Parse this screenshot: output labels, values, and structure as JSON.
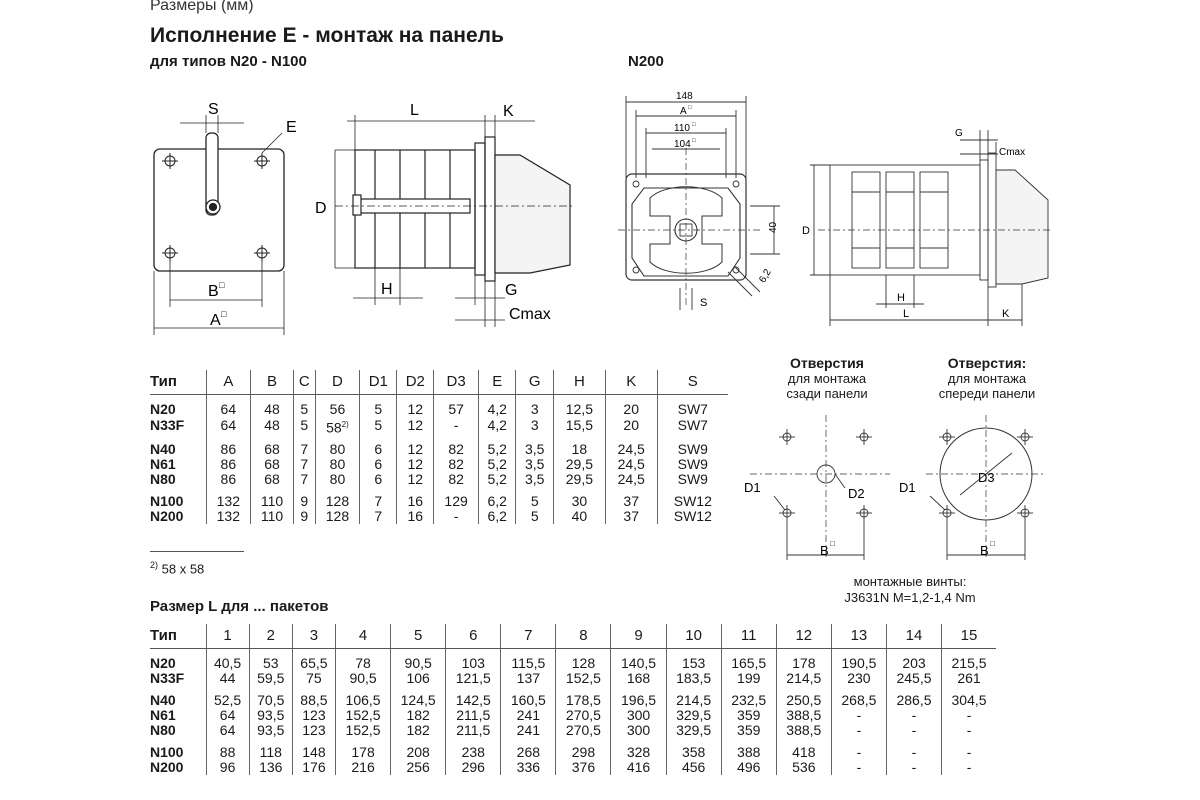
{
  "header": {
    "subtitle": "Размеры (мм)",
    "title": "Исполнение E - монтаж на панель",
    "types_label": "для типов N20 - N100",
    "n200_label": "N200"
  },
  "drawings": {
    "front": {
      "S": "S",
      "E": "E",
      "B": "B",
      "A": "A",
      "box": "□"
    },
    "side": {
      "L": "L",
      "K": "K",
      "D": "D",
      "H": "H",
      "G": "G",
      "Cmax": "Cmax"
    },
    "n200_front": {
      "d148": "148",
      "A": "A",
      "d110": "110",
      "d104": "104",
      "box": "□",
      "d40": "40",
      "d62": "6,2",
      "S": "S"
    },
    "n200_side": {
      "G": "G",
      "Cmax": "Cmax",
      "D": "D",
      "H": "H",
      "L": "L",
      "K": "K"
    },
    "holes_rear": {
      "title": "Отверстия",
      "line1": "для монтажа",
      "line2": "сзади панели",
      "D1": "D1",
      "D2": "D2",
      "B": "B",
      "box": "□"
    },
    "holes_front": {
      "title": "Отверстия:",
      "line1": "для монтажа",
      "line2": "спереди панели",
      "D1": "D1",
      "D3": "D3",
      "B": "B",
      "box": "□"
    },
    "screws_line1": "монтажные винты:",
    "screws_line2": "J3631N M=1,2-1,4 Nm"
  },
  "dimensions_table": {
    "headers": [
      "Тип",
      "A",
      "B",
      "C",
      "D",
      "D1",
      "D2",
      "D3",
      "E",
      "G",
      "H",
      "K",
      "S"
    ],
    "groups": [
      [
        [
          "N20",
          "64",
          "48",
          "5",
          "56",
          "5",
          "12",
          "57",
          "4,2",
          "3",
          "12,5",
          "20",
          "SW7"
        ],
        [
          "N33F",
          "64",
          "48",
          "5",
          "58",
          "5",
          "12",
          "-",
          "4,2",
          "3",
          "15,5",
          "20",
          "SW7"
        ]
      ],
      [
        [
          "N40",
          "86",
          "68",
          "7",
          "80",
          "6",
          "12",
          "82",
          "5,2",
          "3,5",
          "18",
          "24,5",
          "SW9"
        ],
        [
          "N61",
          "86",
          "68",
          "7",
          "80",
          "6",
          "12",
          "82",
          "5,2",
          "3,5",
          "29,5",
          "24,5",
          "SW9"
        ],
        [
          "N80",
          "86",
          "68",
          "7",
          "80",
          "6",
          "12",
          "82",
          "5,2",
          "3,5",
          "29,5",
          "24,5",
          "SW9"
        ]
      ],
      [
        [
          "N100",
          "132",
          "110",
          "9",
          "128",
          "7",
          "16",
          "129",
          "6,2",
          "5",
          "30",
          "37",
          "SW12"
        ],
        [
          "N200",
          "132",
          "110",
          "9",
          "128",
          "7",
          "16",
          "-",
          "6,2",
          "5",
          "40",
          "37",
          "SW12"
        ]
      ]
    ],
    "footnote_mark": "2)",
    "footnote_text": "58 x 58"
  },
  "l_table": {
    "heading": "Размер L для ... пакетов",
    "headers": [
      "Тип",
      "1",
      "2",
      "3",
      "4",
      "5",
      "6",
      "7",
      "8",
      "9",
      "10",
      "11",
      "12",
      "13",
      "14",
      "15"
    ],
    "groups": [
      [
        [
          "N20",
          "40,5",
          "53",
          "65,5",
          "78",
          "90,5",
          "103",
          "115,5",
          "128",
          "140,5",
          "153",
          "165,5",
          "178",
          "190,5",
          "203",
          "215,5"
        ],
        [
          "N33F",
          "44",
          "59,5",
          "75",
          "90,5",
          "106",
          "121,5",
          "137",
          "152,5",
          "168",
          "183,5",
          "199",
          "214,5",
          "230",
          "245,5",
          "261"
        ]
      ],
      [
        [
          "N40",
          "52,5",
          "70,5",
          "88,5",
          "106,5",
          "124,5",
          "142,5",
          "160,5",
          "178,5",
          "196,5",
          "214,5",
          "232,5",
          "250,5",
          "268,5",
          "286,5",
          "304,5"
        ],
        [
          "N61",
          "64",
          "93,5",
          "123",
          "152,5",
          "182",
          "211,5",
          "241",
          "270,5",
          "300",
          "329,5",
          "359",
          "388,5",
          "-",
          "-",
          "-"
        ],
        [
          "N80",
          "64",
          "93,5",
          "123",
          "152,5",
          "182",
          "211,5",
          "241",
          "270,5",
          "300",
          "329,5",
          "359",
          "388,5",
          "-",
          "-",
          "-"
        ]
      ],
      [
        [
          "N100",
          "88",
          "118",
          "148",
          "178",
          "208",
          "238",
          "268",
          "298",
          "328",
          "358",
          "388",
          "418",
          "-",
          "-",
          "-"
        ],
        [
          "N200",
          "96",
          "136",
          "176",
          "216",
          "256",
          "296",
          "336",
          "376",
          "416",
          "456",
          "496",
          "536",
          "-",
          "-",
          "-"
        ]
      ]
    ]
  }
}
